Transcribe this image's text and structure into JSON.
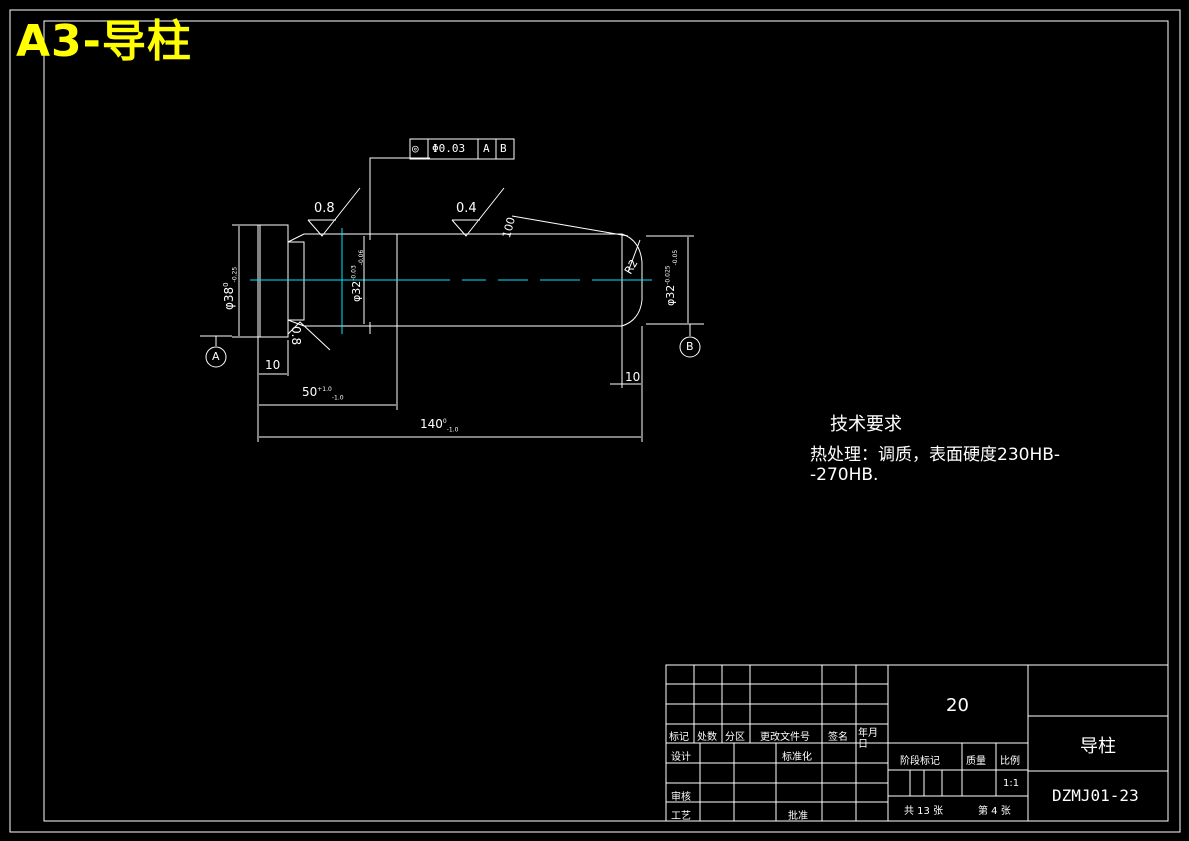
{
  "sheet_title": "A3-导柱",
  "fcf": {
    "symbol": "◎",
    "tolerance": "Φ0.03",
    "datum1": "A",
    "datum2": "B"
  },
  "roughness": {
    "left": "0.8",
    "middle": "0.4",
    "bottom": "0.8"
  },
  "dims": {
    "d38": "φ38",
    "d38_tol_up": "0",
    "d38_tol_lo": "-0.25",
    "d32": "φ32",
    "d32_tol_up": "-0.03",
    "d32_tol_lo": "-0.06",
    "d32r": "φ32",
    "d32r_tol_up": "-0.025",
    "d32r_tol_lo": "-0.05",
    "len_10_left": "10",
    "len_50": "50",
    "len_50_tol_up": "+1.0",
    "len_50_tol_lo": "-1.0",
    "len_140": "140",
    "len_140_tol_up": "0",
    "len_140_tol_lo": "-1.0",
    "len_10_right": "10",
    "len_100": "100",
    "radius": "R2"
  },
  "datums": {
    "a": "A",
    "b": "B"
  },
  "tech_req": {
    "heading": "技术要求",
    "line1": "热处理：调质，表面硬度230HB-",
    "line2": "-270HB."
  },
  "title_block": {
    "quantity": "20",
    "part_name": "导柱",
    "drawing_no": "DZMJ01-23",
    "h_mark": "标记",
    "h_count": "处数",
    "h_zone": "分区",
    "h_change_doc": "更改文件号",
    "h_sign": "签名",
    "h_date": "年月日",
    "design": "设计",
    "standardize": "标准化",
    "review": "审核",
    "process": "工艺",
    "approve": "批准",
    "stage_mark": "阶段标记",
    "mass": "质量",
    "scale_label": "比例",
    "scale": "1:1",
    "sheets_total": "共 13 张",
    "sheet_no": "第 4 张"
  }
}
